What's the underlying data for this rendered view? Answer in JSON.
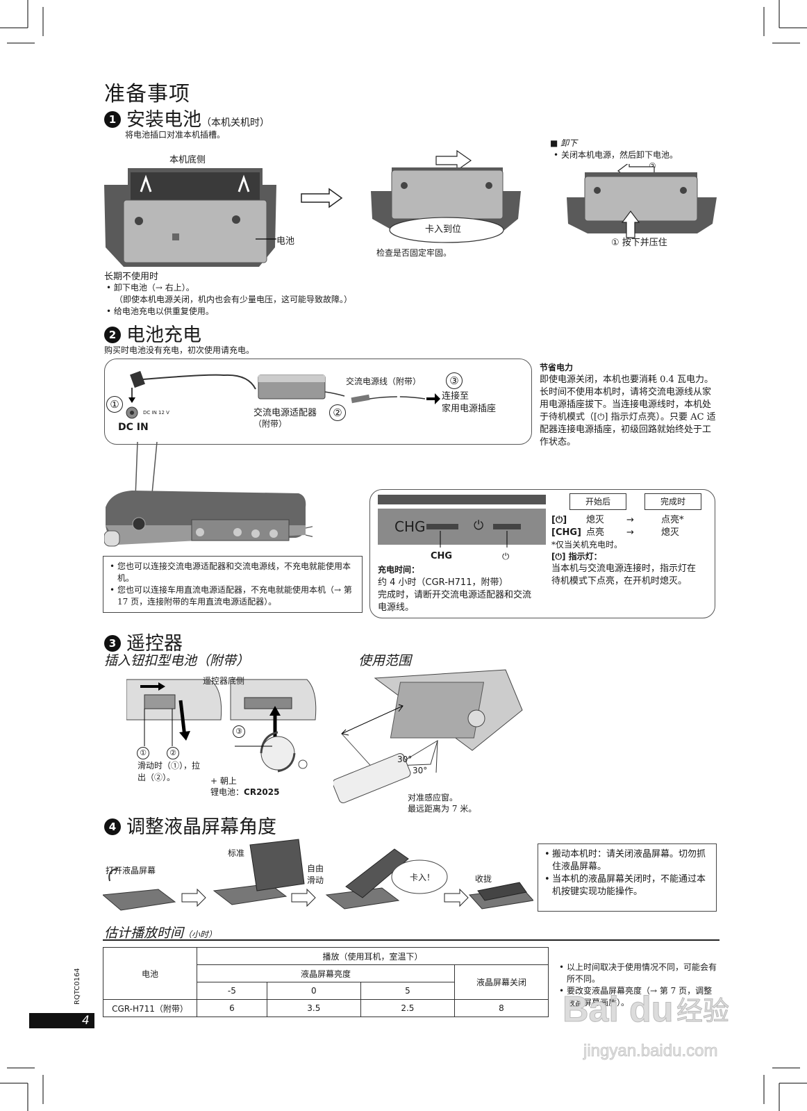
{
  "page": {
    "title": "准备事项",
    "page_number": "4",
    "doc_code": "RQTC0164",
    "watermark": "Baidu经验 jingyan.baidu.com"
  },
  "section1": {
    "number": "1",
    "title": "安装电池",
    "subtitle": "（本机关机时）",
    "intro": "将电池插口对准本机插槽。",
    "label_bottom": "本机底侧",
    "label_battery": "电池",
    "label_snap": "卡入到位",
    "label_check": "检查是否固定牢固。",
    "remove_title": "■ 卸下",
    "remove_text": "关闭本机电源，然后卸下电池。",
    "step2": "②",
    "step1_press": "① 按下并压住",
    "longterm_title": "长期不使用时",
    "longterm_items": [
      "卸下电池（→ 右上）。",
      "（即使本机电源关闭，机内也会有少量电压，这可能导致故障。）",
      "给电池充电以供重复使用。"
    ]
  },
  "section2": {
    "number": "2",
    "title": "电池充电",
    "intro": "购买时电池没有充电，初次使用请充电。",
    "dc_in": "DC IN",
    "dc_small": "DC IN 12 V",
    "adapter_label": "交流电源适配器",
    "adapter_note": "（附带）",
    "cord_label": "交流电源线（附带）",
    "connect_to": "连接至",
    "outlet": "家用电源插座",
    "step1": "①",
    "step2": "②",
    "step3": "③",
    "save_title": "节省电力",
    "save_text": "即使电源关闭，本机也要消耗 0.4 瓦电力。长时间不使用本机时，请将交流电源线从家用电源插座拔下。当连接电源线时，本机处于待机模式（[⏻] 指示灯点亮）。只要 AC 适配器连接电源插座，初级回路就始终处于工作状态。",
    "notes": [
      "您也可以连接交流电源适配器和交流电源线，不充电就能使用本机。",
      "您也可以连接车用直流电源适配器，不充电就能使用本机（→ 第 17 页，连接附带的车用直流电源适配器）。"
    ],
    "chg_display": "CHG",
    "power_symbol": "⏻",
    "chg_label": "CHG",
    "charge_time_title": "充电时间：",
    "charge_time_value": "约 4 小时（CGR-H711，附带）",
    "charge_time_text": "完成时，请断开交流电源适配器和交流电源线。",
    "tag_start": "开始后",
    "tag_done": "完成时",
    "status_rows": [
      {
        "key": "[⏻]",
        "start": "熄灭",
        "arrow": "→",
        "done": "点亮*"
      },
      {
        "key": "[CHG]",
        "start": "点亮",
        "arrow": "→",
        "done": "熄灭"
      }
    ],
    "status_footnote": "*仅当关机充电时。",
    "indicator_title": "[⏻] 指示灯：",
    "indicator_text": "当本机与交流电源连接时，指示灯在待机模式下点亮，在开机时熄灭。"
  },
  "section3": {
    "number": "3",
    "title": "遥控器",
    "sub_battery": "插入钮扣型电池（附带）",
    "sub_range": "使用范围",
    "label_remote_bottom": "遥控器底侧",
    "step1": "①",
    "step2": "②",
    "step3": "③",
    "slide_text": "滑动时（①），拉出（②）。",
    "plus_up": "+ 朝上",
    "battery_type_label": "锂电池：",
    "battery_type": "CR2025",
    "angle1": "30°",
    "angle2": "30°",
    "range_text_1": "对准感应窗。",
    "range_text_2": "最远距离为 7 米。"
  },
  "section4": {
    "number": "4",
    "title": "调整液晶屏幕角度",
    "open": "打开液晶屏幕",
    "standard": "标准",
    "free_slide": "自由滑动",
    "click": "卡入！",
    "fold": "收拢",
    "notes": [
      "搬动本机时：请关闭液晶屏幕。切勿抓住液晶屏幕。",
      "当本机的液晶屏幕关闭时，不能通过本机按键实现功能操作。"
    ]
  },
  "playtime": {
    "title": "估计播放时间",
    "unit": "（小时）",
    "header_battery": "电池",
    "header_play": "播放（使用耳机，室温下）",
    "header_brightness": "液晶屏幕亮度",
    "header_off": "液晶屏幕关闭",
    "levels": [
      "-5",
      "0",
      "5"
    ],
    "row": {
      "battery": "CGR-H711（附带）",
      "v1": "6",
      "v2": "3.5",
      "v3": "2.5",
      "v4": "8"
    },
    "notes": [
      "以上时间取决于使用情况不同，可能会有所不同。",
      "要改变液晶屏幕亮度（→ 第 7 页，调整液晶屏幕画质）。"
    ]
  }
}
